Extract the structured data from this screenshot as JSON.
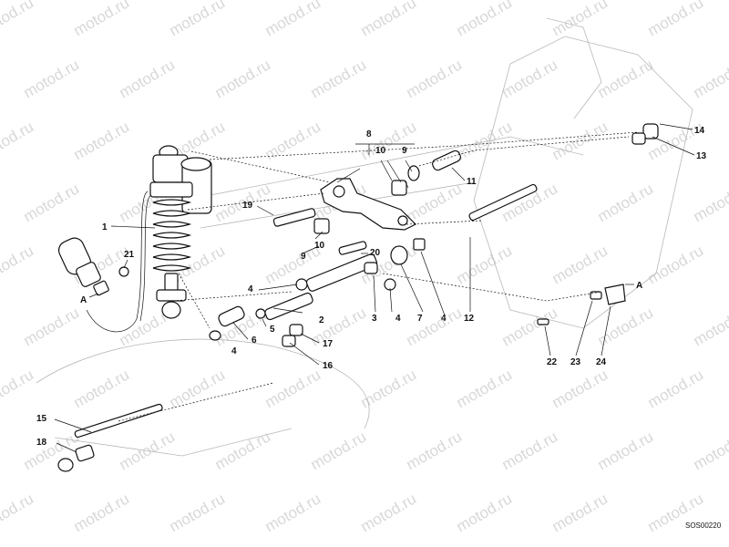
{
  "watermark": "motod.ru",
  "drawing_code": "SOS00220",
  "callouts": {
    "c1": "1",
    "c2": "2",
    "c3": "3",
    "c4a": "4",
    "c4b": "4",
    "c4c": "4",
    "c4d": "4",
    "c5": "5",
    "c6": "6",
    "c7": "7",
    "c8": "8",
    "c9a": "9",
    "c9b": "9",
    "c10a": "10",
    "c10b": "10",
    "c11": "11",
    "c12": "12",
    "c13": "13",
    "c14": "14",
    "c15": "15",
    "c16": "16",
    "c17": "17",
    "c18": "18",
    "c19": "19",
    "c20": "20",
    "c21": "21",
    "c22": "22",
    "c23": "23",
    "c24": "24",
    "a1": "A",
    "a2": "A"
  }
}
